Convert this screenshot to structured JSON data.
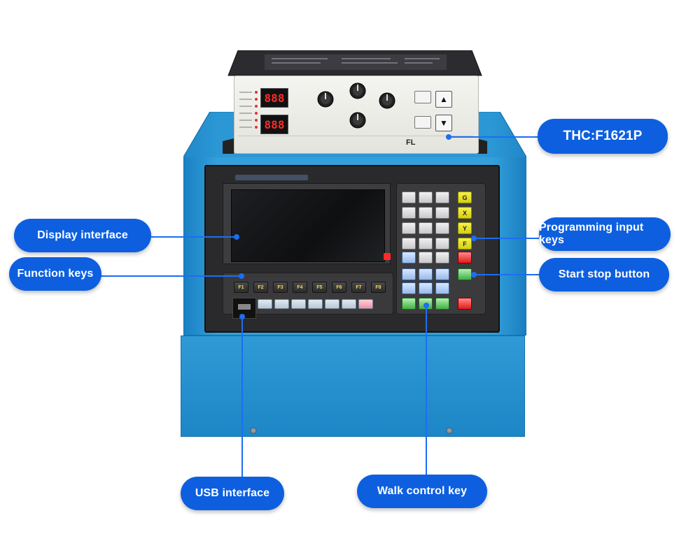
{
  "callouts": {
    "thc": "THC:F1621P",
    "display": "Display interface",
    "function_keys": "Function keys",
    "programming": "Programming input keys",
    "start_stop": "Start stop button",
    "usb": "USB interface",
    "walk": "Walk control key"
  },
  "device": {
    "function_key_labels": [
      "F1",
      "F2",
      "F3",
      "F4",
      "F5",
      "F6",
      "F7",
      "F8"
    ],
    "axis_key_labels": [
      "G",
      "X",
      "Y",
      "F"
    ],
    "thc_logo": "FL"
  },
  "colors": {
    "pill": "#0d5fe0",
    "leader_line": "#1c6ef2",
    "enclosure": "#2f9ad6",
    "panel": "#2a2a2c",
    "led": "#ff2a2a"
  },
  "icons": [
    "knob-icon",
    "up-arrow-icon",
    "down-arrow-icon",
    "usb-port-icon"
  ]
}
